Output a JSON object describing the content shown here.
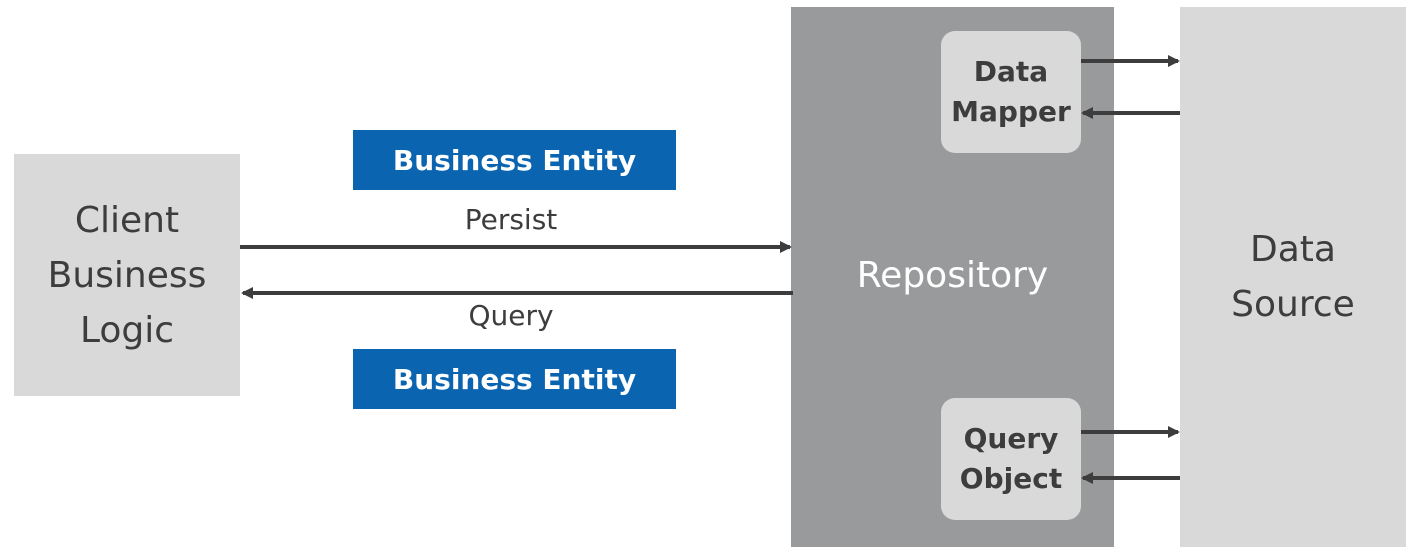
{
  "client": {
    "label": "Client\nBusiness\nLogic"
  },
  "entity_top": {
    "label": "Business Entity"
  },
  "entity_bottom": {
    "label": "Business Entity"
  },
  "persist": {
    "label": "Persist"
  },
  "query": {
    "label": "Query"
  },
  "repository": {
    "label": "Repository"
  },
  "data_mapper": {
    "label": "Data\nMapper"
  },
  "query_object": {
    "label": "Query\nObject"
  },
  "data_source": {
    "label": "Data\nSource"
  },
  "colors": {
    "entity_blue": "#0a64b0",
    "repository_gray": "#999a9b",
    "box_light_gray": "#d9d9d9",
    "text_dark": "#3d3d3d",
    "arrow_dark": "#3d3d3d"
  }
}
